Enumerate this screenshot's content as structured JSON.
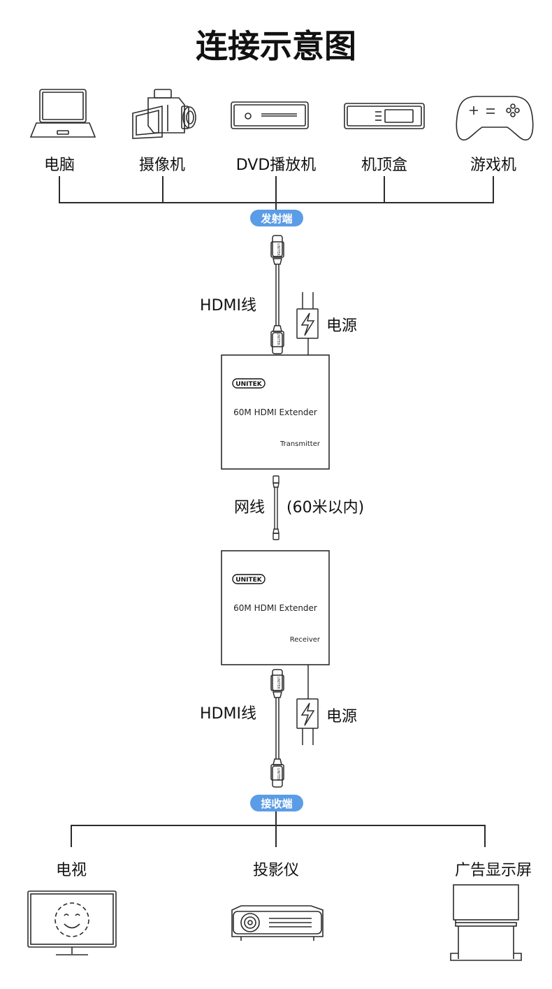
{
  "title": "连接示意图",
  "sources": [
    {
      "label": "电脑",
      "icon": "laptop-icon"
    },
    {
      "label": "摄像机",
      "icon": "camcorder-icon"
    },
    {
      "label": "DVD播放机",
      "icon": "dvd-player-icon"
    },
    {
      "label": "机顶盒",
      "icon": "set-top-box-icon"
    },
    {
      "label": "游戏机",
      "icon": "game-controller-icon"
    }
  ],
  "transmitter_badge": "发射端",
  "receiver_badge": "接收端",
  "hdmi_cable_label": "HDMI线",
  "power_label": "电源",
  "network_cable_label": "网线",
  "network_distance_label": "(60米以内)",
  "transmitter": {
    "brand": "UNITEK",
    "model": "60M HDMI Extender",
    "role": "Transmitter"
  },
  "receiver": {
    "brand": "UNITEK",
    "model": "60M HDMI Extender",
    "role": "Receiver"
  },
  "connector_brand": "UNITEK",
  "displays": [
    {
      "label": "电视",
      "icon": "tv-icon"
    },
    {
      "label": "投影仪",
      "icon": "projector-icon"
    },
    {
      "label": "广告显示屏",
      "icon": "ad-display-icon"
    }
  ],
  "colors": {
    "line": "#2b2b2b",
    "badge": "#5b9ce6",
    "badge_text": "#ffffff"
  }
}
